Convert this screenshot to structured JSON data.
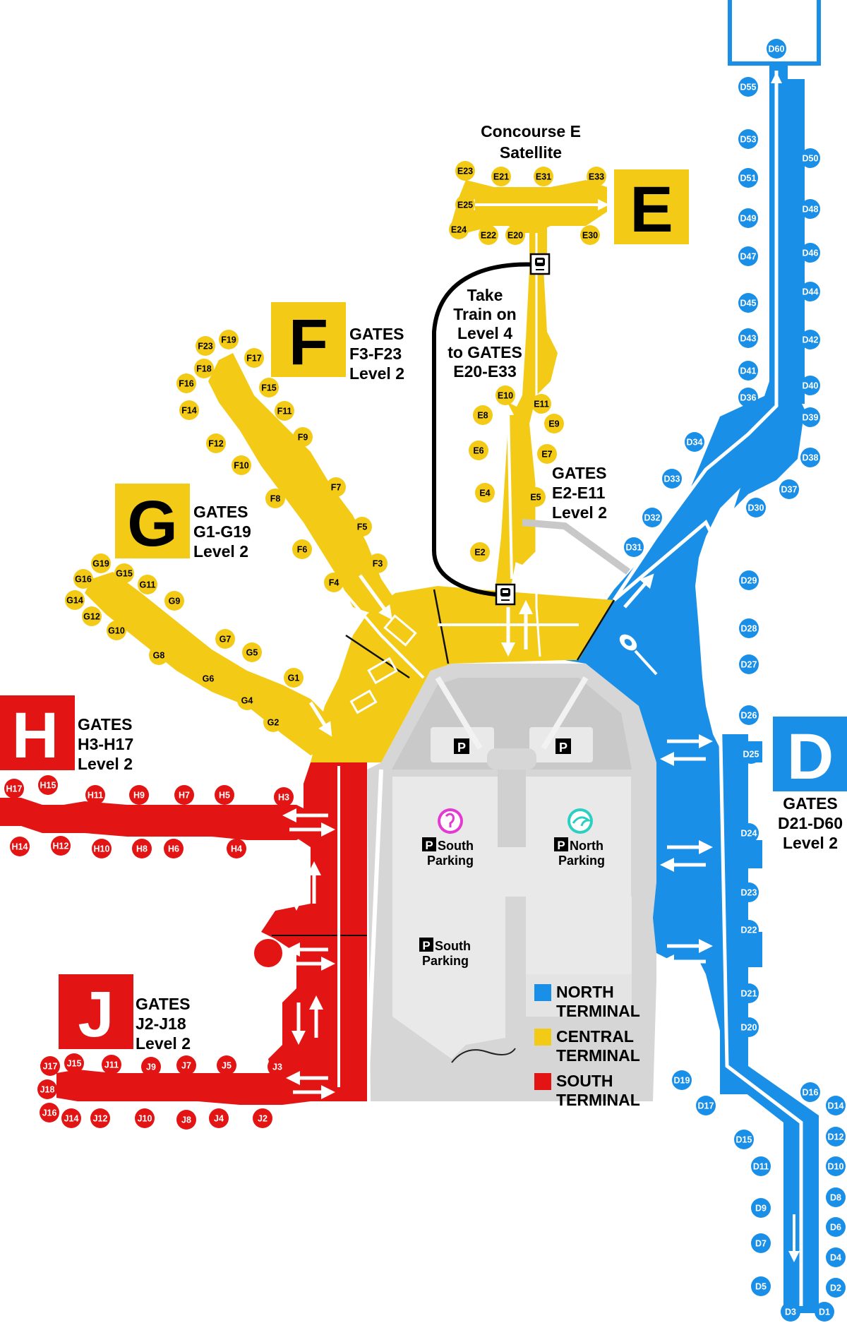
{
  "colors": {
    "north": "#1a8fe8",
    "central": "#f3cb17",
    "south": "#e31414",
    "parking": "#e9e9e9",
    "parking_dark": "#cfcfcf",
    "walk": "#d9d9d9"
  },
  "concourses": {
    "E": {
      "letter": "E",
      "title_line1": "Concourse E",
      "title_line2": "Satellite",
      "gates_line1": "GATES",
      "gates_line2": "E2-E11",
      "gates_line3": "Level 2"
    },
    "F": {
      "letter": "F",
      "gates_line1": "GATES",
      "gates_line2": "F3-F23",
      "gates_line3": "Level 2"
    },
    "G": {
      "letter": "G",
      "gates_line1": "GATES",
      "gates_line2": "G1-G19",
      "gates_line3": "Level 2"
    },
    "H": {
      "letter": "H",
      "gates_line1": "GATES",
      "gates_line2": "H3-H17",
      "gates_line3": "Level 2"
    },
    "J": {
      "letter": "J",
      "gates_line1": "GATES",
      "gates_line2": "J2-J18",
      "gates_line3": "Level 2"
    },
    "D": {
      "letter": "D",
      "gates_line1": "GATES",
      "gates_line2": "D21-D60",
      "gates_line3": "Level 2"
    }
  },
  "train_note": [
    "Take",
    "Train on",
    "Level 4",
    "to GATES",
    "E20-E33"
  ],
  "parking": {
    "p_symbol": "P",
    "south_top": {
      "line1": "South",
      "line2": "Parking"
    },
    "north_top": {
      "line1": "North",
      "line2": "Parking"
    },
    "south_bottom": {
      "line1": "South",
      "line2": "Parking"
    }
  },
  "legend": [
    {
      "line1": "NORTH",
      "line2": "TERMINAL",
      "color": "#1a8fe8"
    },
    {
      "line1": "CENTRAL",
      "line2": "TERMINAL",
      "color": "#f3cb17"
    },
    {
      "line1": "SOUTH",
      "line2": "TERMINAL",
      "color": "#e31414"
    }
  ],
  "gates": {
    "E": [
      "E23",
      "E21",
      "E31",
      "E33",
      "E25",
      "E24",
      "E22",
      "E20",
      "E30",
      "E10",
      "E11",
      "E8",
      "E9",
      "E6",
      "E7",
      "E4",
      "E5",
      "E2"
    ],
    "F": [
      "F19",
      "F23",
      "F17",
      "F18",
      "F16",
      "F15",
      "F14",
      "F11",
      "F9",
      "F12",
      "F10",
      "F7",
      "F8",
      "F5",
      "F6",
      "F3",
      "F4"
    ],
    "G": [
      "G19",
      "G15",
      "G16",
      "G11",
      "G14",
      "G9",
      "G12",
      "G10",
      "G7",
      "G8",
      "G5",
      "G6",
      "G1",
      "G4",
      "G2"
    ],
    "H": [
      "H17",
      "H15",
      "H11",
      "H9",
      "H7",
      "H5",
      "H3",
      "H14",
      "H12",
      "H10",
      "H8",
      "H6",
      "H4"
    ],
    "J": [
      "J17",
      "J15",
      "J11",
      "J9",
      "J7",
      "J5",
      "J3",
      "J18",
      "J16",
      "J14",
      "J12",
      "J10",
      "J8",
      "J4",
      "J2"
    ],
    "D": [
      "D60",
      "D55",
      "D53",
      "D50",
      "D51",
      "D48",
      "D49",
      "D46",
      "D47",
      "D44",
      "D45",
      "D43",
      "D42",
      "D41",
      "D40",
      "D36",
      "D39",
      "D34",
      "D38",
      "D33",
      "D37",
      "D32",
      "D30",
      "D31",
      "D29",
      "D28",
      "D27",
      "D26",
      "D25",
      "D24",
      "D23",
      "D22",
      "D21",
      "D20",
      "D19",
      "D17",
      "D16",
      "D14",
      "D15",
      "D12",
      "D11",
      "D10",
      "D8",
      "D9",
      "D6",
      "D7",
      "D4",
      "D5",
      "D2",
      "D3",
      "D1"
    ]
  }
}
